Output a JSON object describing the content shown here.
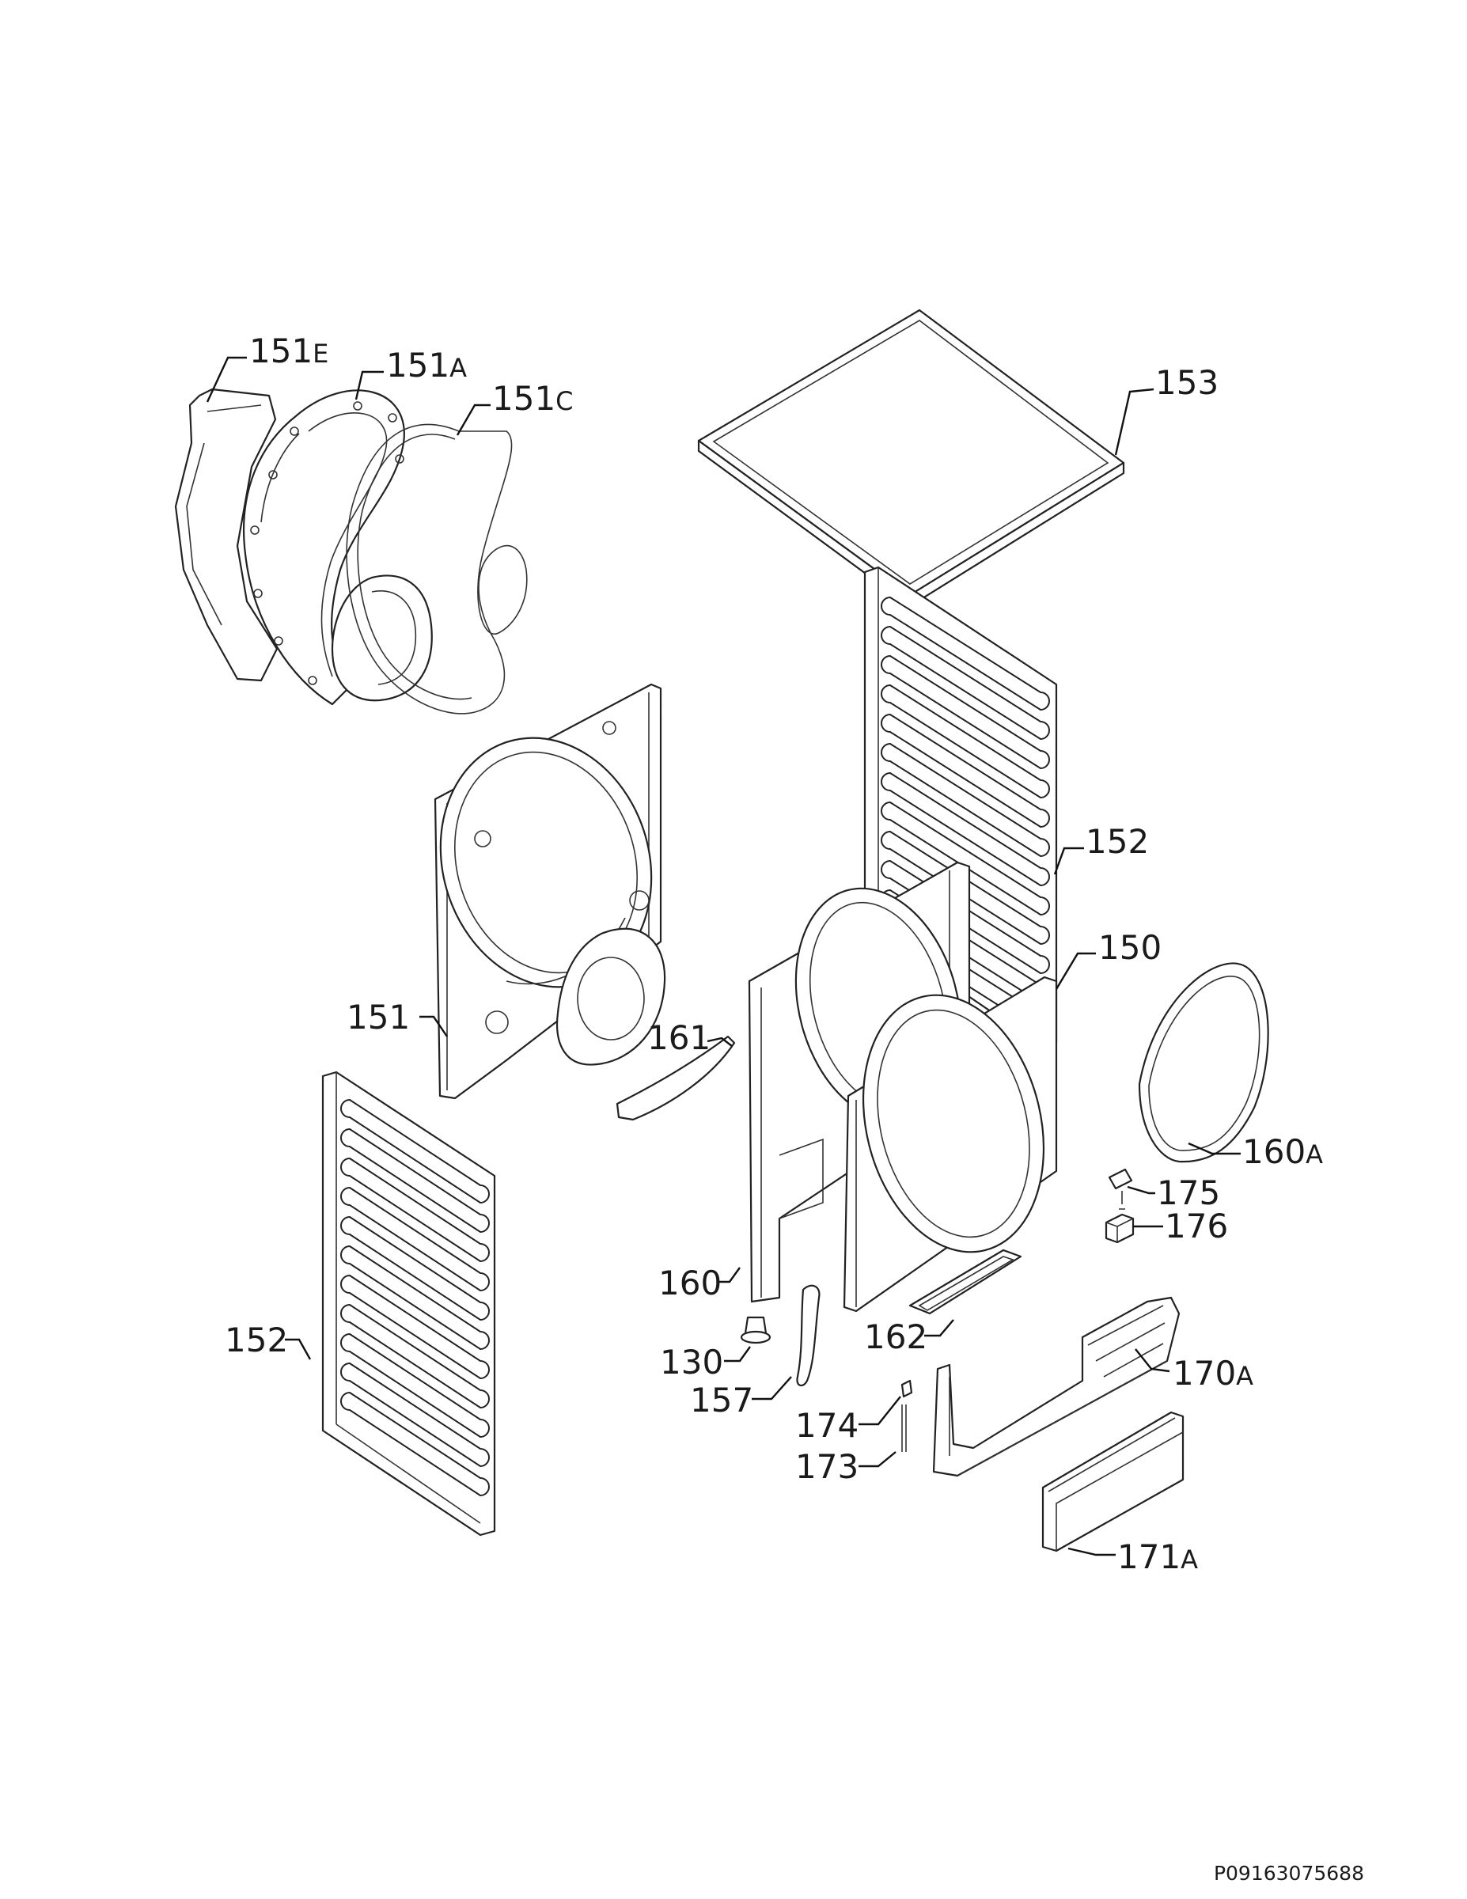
{
  "document_id": "P09163075688",
  "callouts": [
    {
      "id": "151E",
      "num": "151",
      "sfx": "E"
    },
    {
      "id": "151A",
      "num": "151",
      "sfx": "A"
    },
    {
      "id": "151C",
      "num": "151",
      "sfx": "C"
    },
    {
      "id": "153",
      "num": "153",
      "sfx": ""
    },
    {
      "id": "152r",
      "num": "152",
      "sfx": ""
    },
    {
      "id": "150",
      "num": "150",
      "sfx": ""
    },
    {
      "id": "151",
      "num": "151",
      "sfx": ""
    },
    {
      "id": "161",
      "num": "161",
      "sfx": ""
    },
    {
      "id": "160A",
      "num": "160",
      "sfx": "A"
    },
    {
      "id": "175",
      "num": "175",
      "sfx": ""
    },
    {
      "id": "176",
      "num": "176",
      "sfx": ""
    },
    {
      "id": "160",
      "num": "160",
      "sfx": ""
    },
    {
      "id": "152l",
      "num": "152",
      "sfx": ""
    },
    {
      "id": "162",
      "num": "162",
      "sfx": ""
    },
    {
      "id": "130",
      "num": "130",
      "sfx": ""
    },
    {
      "id": "170A",
      "num": "170",
      "sfx": "A"
    },
    {
      "id": "157",
      "num": "157",
      "sfx": ""
    },
    {
      "id": "174",
      "num": "174",
      "sfx": ""
    },
    {
      "id": "173",
      "num": "173",
      "sfx": ""
    },
    {
      "id": "171A",
      "num": "171",
      "sfx": "A"
    }
  ]
}
